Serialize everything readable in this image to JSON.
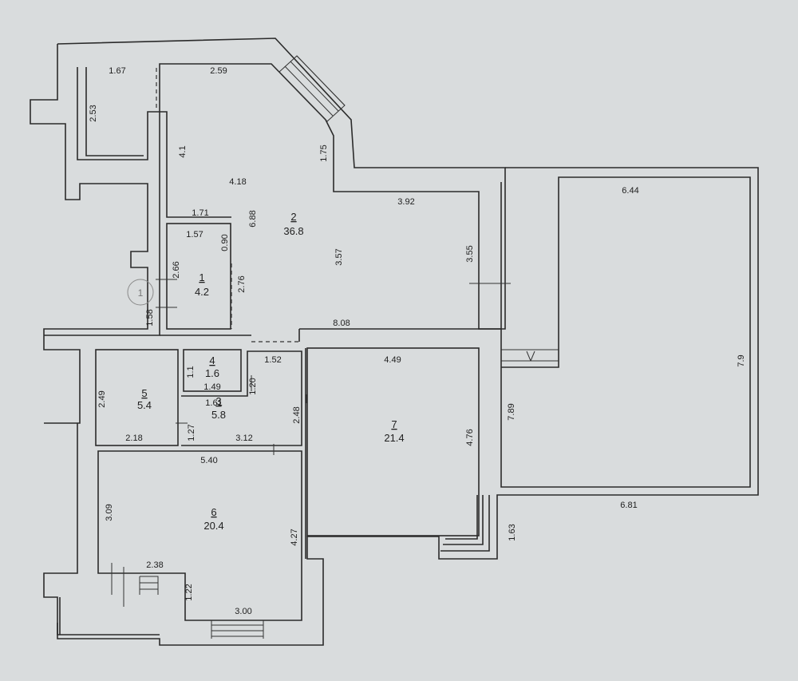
{
  "rooms": [
    {
      "number": "1",
      "area": "4.2"
    },
    {
      "number": "2",
      "area": "36.8"
    },
    {
      "number": "3",
      "area": "5.8"
    },
    {
      "number": "4",
      "area": "1.6"
    },
    {
      "number": "5",
      "area": "5.4"
    },
    {
      "number": "6",
      "area": "20.4"
    },
    {
      "number": "7",
      "area": "21.4"
    }
  ],
  "marker": "1",
  "dimensions": {
    "d1_67": "1.67",
    "d2_59": "2.59",
    "d2_53": "2.53",
    "d4_1": "4.1",
    "d4_18": "4.18",
    "d1_75": "1.75",
    "d6_44": "6.44",
    "d3_92": "3.92",
    "d1_71": "1.71",
    "d6_88": "6.88",
    "d1_57": "1.57",
    "d0_90": "0.90",
    "d3_57": "3.57",
    "d3_55": "3.55",
    "d2_66": "2.66",
    "d2_76": "2.76",
    "d1_58": "1.58",
    "d8_08": "8.08",
    "d7_9": "7.9",
    "d1_52": "1.52",
    "d4_49": "4.49",
    "d1_1": "1.1",
    "d1_49": "1.49",
    "d1_20": "1.20",
    "d2_49": "2.49",
    "d1_61": "1.61",
    "d2_48": "2.48",
    "d7_89": "7.89",
    "d4_76": "4.76",
    "d2_18": "2.18",
    "d1_27": "1.27",
    "d3_12": "3.12",
    "d5_40": "5.40",
    "d6_81": "6.81",
    "d3_09": "3.09",
    "d1_63": "1.63",
    "d4_27": "4.27",
    "d2_38": "2.38",
    "d1_22": "1.22",
    "d3_00": "3.00"
  }
}
